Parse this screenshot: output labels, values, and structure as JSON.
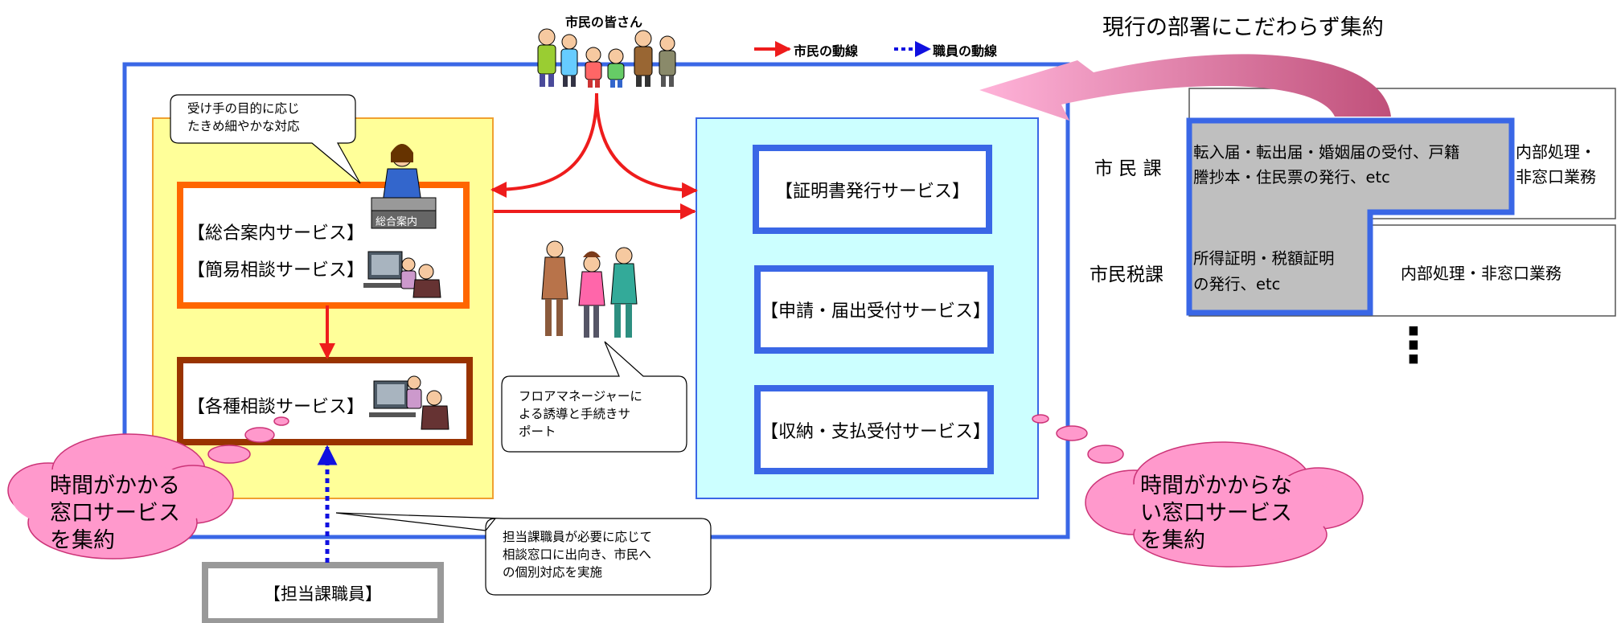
{
  "header": {
    "citizens_label": "市民の皆さん",
    "legend_citizen": "市民の動線",
    "legend_staff": "職員の動線",
    "consolidate_title": "現行の部署にこだわらず集約"
  },
  "left_panel": {
    "callout_receiver": [
      "受け手の目的に応じ",
      "たきめ細やかな対応"
    ],
    "desk_sign": "総合案内",
    "general_info": "【総合案内サービス】",
    "simple_consult": "【簡易相談サービス】",
    "various_consult": "【各種相談サービス】",
    "cloud": [
      "時間がかかる",
      "窓口サービス",
      "を集約"
    ]
  },
  "middle": {
    "floor_callout": [
      "フロアマネージャーに",
      "よる誘導と手続きサ",
      "ポート"
    ]
  },
  "right_panel": {
    "certificate": "【証明書発行サービス】",
    "application": "【申請・届出受付サービス】",
    "payment": "【収納・支払受付サービス】",
    "cloud": [
      "時間がかからな",
      "い窓口サービス",
      "を集約"
    ]
  },
  "staff": {
    "label": "【担当課職員】",
    "callout": [
      "担当課職員が必要に応じて",
      "相談窓口に出向き、市民へ",
      "の個別対応を実施"
    ]
  },
  "departments": {
    "shimin_label": "市 民 課",
    "shimin_counter": [
      "転入届・転出届・婚姻届の受付、戸籍",
      "謄抄本・住民票の発行、etc"
    ],
    "shimin_internal": [
      "内部処理・",
      "非窓口業務"
    ],
    "zei_label": "市民税課",
    "zei_counter": [
      "所得証明・税額証明",
      "の発行、etc"
    ],
    "zei_internal": "内部処理・非窓口業務",
    "ellipsis": "⋮"
  },
  "colors": {
    "blue_frame": "#3a67e6",
    "citizen_arrow": "#ee1c1c",
    "staff_arrow": "#1010e0",
    "yellow_panel": "#ffff99",
    "cyan_panel": "#ccffff",
    "orange_box": "#ff6600",
    "brown_box": "#993300",
    "cloud_pink": "#ff99cc",
    "gray_fill": "#bfbfbf"
  }
}
